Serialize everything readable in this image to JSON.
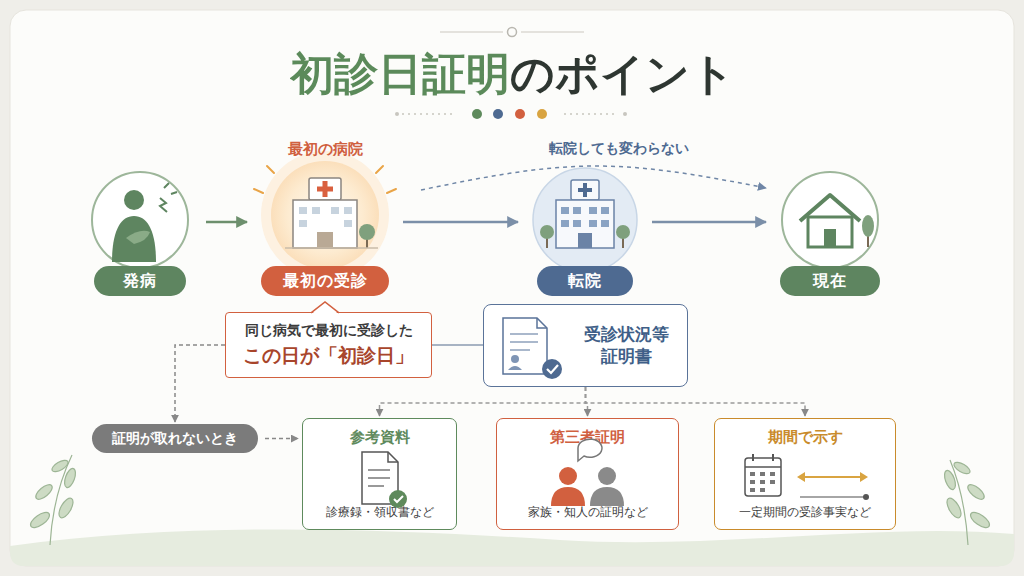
{
  "diagram": {
    "title": "初診日証明のポイント",
    "nodes": [
      {
        "text": [
          "発病"
        ]
      },
      {
        "text": [
          "最初の受診"
        ]
      },
      {
        "text": [
          "転院"
        ]
      },
      {
        "text": [
          "現在"
        ]
      },
      {
        "text": [
          "同じ病気で最初に受診した",
          "この日が「初診日」"
        ]
      },
      {
        "text": [
          "受診状況等 証明書"
        ]
      },
      {
        "text": [
          "証明が取れないとき"
        ]
      },
      {
        "text": [
          "参考資料",
          "診療録・領収書など"
        ]
      },
      {
        "text": [
          "第三者証明",
          "家族・知人の証明など"
        ]
      },
      {
        "text": [
          "期間で示す",
          "一定期間の受診事実など"
        ]
      }
    ],
    "edges": [
      {
        "from": 0,
        "to": 1,
        "arrow": "to"
      },
      {
        "from": 1,
        "to": 2,
        "arrow": "to"
      },
      {
        "from": 2,
        "to": 3,
        "arrow": "to"
      },
      {
        "from": 1,
        "to": 3,
        "label": "転院しても変わらない",
        "arrow": "to"
      },
      {
        "from": 4,
        "to": 5,
        "arrow": "none"
      },
      {
        "from": 4,
        "to": 6,
        "arrow": "to"
      },
      {
        "from": 6,
        "to": 7,
        "arrow": "to"
      },
      {
        "from": 5,
        "to": 7,
        "arrow": "to"
      },
      {
        "from": 5,
        "to": 8,
        "arrow": "to"
      },
      {
        "from": 5,
        "to": 9,
        "arrow": "to"
      }
    ],
    "labels": [
      "最初の病院"
    ]
  }
}
